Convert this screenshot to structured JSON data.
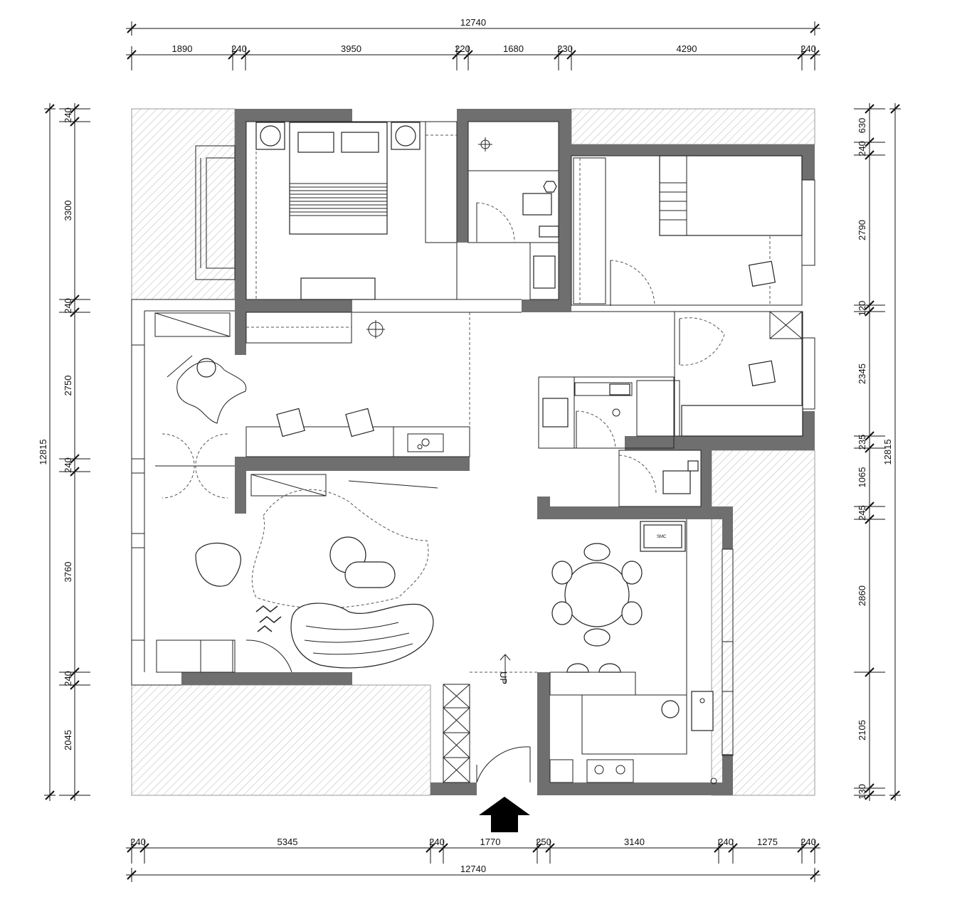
{
  "plan": {
    "top_total": "12740",
    "top_segments": [
      "1890",
      "240",
      "3950",
      "220",
      "1680",
      "230",
      "4290",
      "240"
    ],
    "bottom_total": "12740",
    "bottom_segments": [
      "240",
      "5345",
      "240",
      "1770",
      "250",
      "3140",
      "240",
      "1275",
      "240"
    ],
    "left_total": "12815",
    "left_segments": [
      "240",
      "3300",
      "240",
      "2750",
      "240",
      "3760",
      "240",
      "2045"
    ],
    "right_total": "12815",
    "right_segments": [
      "630",
      "240",
      "2790",
      "120",
      "2345",
      "235",
      "1065",
      "245",
      "2860",
      "2105",
      "130"
    ],
    "stair_label": "UP",
    "tv_label": "SMC"
  }
}
